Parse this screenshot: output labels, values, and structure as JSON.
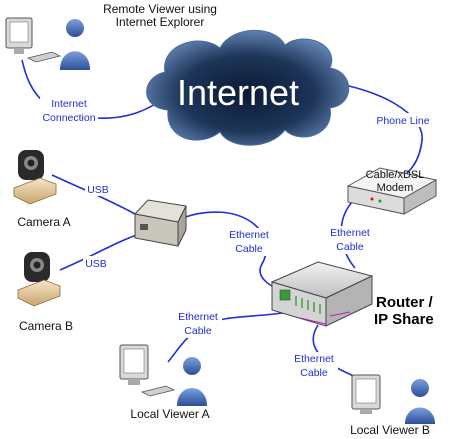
{
  "internet": {
    "label": "Internet"
  },
  "remote_viewer": {
    "caption_line1": "Remote Viewer using",
    "caption_line2": "Internet Explorer"
  },
  "connections": {
    "internet_connection_line1": "Internet",
    "internet_connection_line2": "Connection",
    "phone_line": "Phone Line",
    "usb_a": "USB",
    "usb_b": "USB",
    "eth1_line1": "Ethernet",
    "eth1_line2": "Cable",
    "eth2_line1": "Ethernet",
    "eth2_line2": "Cable",
    "eth3_line1": "Ethernet",
    "eth3_line2": "Cable",
    "eth4_line1": "Ethernet",
    "eth4_line2": "Cable"
  },
  "modem": {
    "line1": "Cable/xDSL",
    "line2": "Modem"
  },
  "router": {
    "line1": "Router /",
    "line2": "IP Share"
  },
  "cameras": {
    "a": "Camera A",
    "b": "Camera B"
  },
  "local_viewers": {
    "a": "Local Viewer A",
    "b": "Local Viewer B"
  },
  "colors": {
    "cable": "#1d2fd8",
    "cloud_dark": "#0b1a33",
    "cloud_mid": "#5a84b8",
    "icon_blue": "#3f68b8"
  }
}
